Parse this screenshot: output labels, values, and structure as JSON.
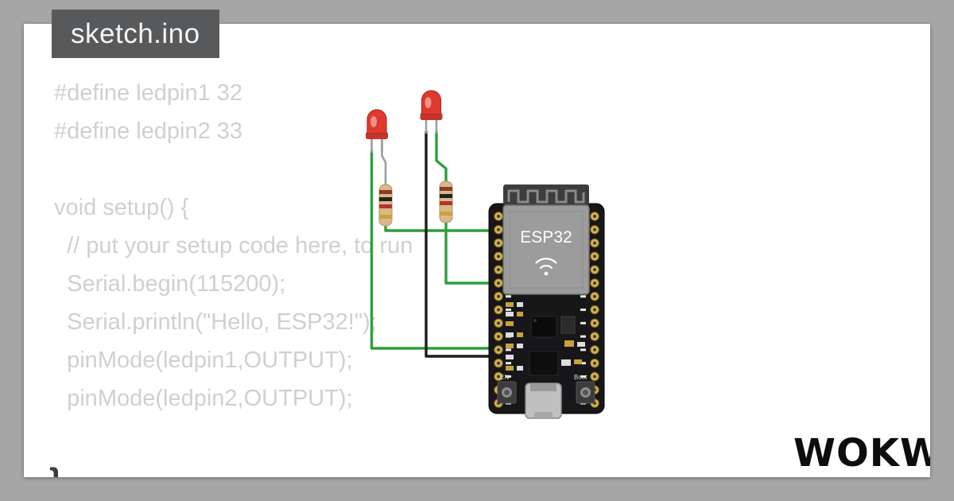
{
  "tab": {
    "label": "sketch.ino"
  },
  "code": {
    "lines": [
      "#define ledpin1 32",
      "#define ledpin2 33",
      "",
      "void setup() {",
      "  // put your setup code here, to run",
      "  Serial.begin(115200);",
      "  Serial.println(\"Hello, ESP32!\");",
      "  pinMode(ledpin1,OUTPUT);",
      "  pinMode(ledpin2,OUTPUT);"
    ],
    "closing_brace": "}"
  },
  "board": {
    "module_label": "ESP32",
    "en_button_label": "EN",
    "boot_button_label": "Boot"
  },
  "logo": {
    "text": "WOKWI"
  },
  "colors": {
    "frame": "#a6a6a6",
    "tab_bg": "#58595b",
    "code_text": "#d0d0d0",
    "wire_green": "#2e9e3c",
    "wire_black": "#1d1d1d",
    "led_red": "#e0392e",
    "resistor_body": "#d9b98a",
    "pin_gold": "#d9b44a",
    "board_pcb": "#17171a",
    "module_gray": "#9c9c9c"
  }
}
